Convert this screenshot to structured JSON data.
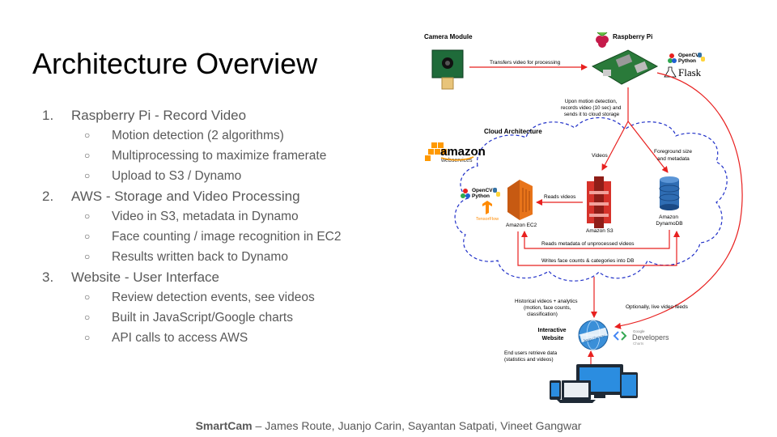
{
  "slide": {
    "title": "Architecture Overview",
    "outline": [
      {
        "num": "1.",
        "text": "Raspberry Pi - Record Video",
        "children": [
          "Motion detection (2 algorithms)",
          "Multiprocessing to maximize framerate",
          "Upload to S3 / Dynamo"
        ]
      },
      {
        "num": "2.",
        "text": "AWS - Storage and Video Processing",
        "children": [
          "Video in S3, metadata in Dynamo",
          "Face counting / image recognition in EC2",
          "Results written back to Dynamo"
        ]
      },
      {
        "num": "3.",
        "text": "Website - User Interface",
        "children": [
          "Review detection events, see videos",
          "Built in JavaScript/Google charts",
          "API calls to access AWS"
        ]
      }
    ],
    "bullet_char": "○",
    "footer": {
      "brand": "SmartCam",
      "separator": " – ",
      "authors": "James Route, Juanjo Carin, Sayantan Satpati, Vineet Gangwar"
    }
  },
  "diagram": {
    "camera_label": "Camera Module",
    "pi_label": "Raspberry Pi",
    "opencv_label": "OpenCV",
    "python_label": "Python",
    "flask_label": "Flask",
    "edge_transfer": "Transfers video for processing",
    "edge_motion": [
      "Upon motion detection,",
      "records video (10 sec) and",
      "sends it to cloud storage"
    ],
    "cloud_label": "Cloud Architecture",
    "amazon_label": "amazon",
    "webservices_label": "webservices",
    "edge_videos": "Videos",
    "edge_foreground": [
      "Foreground size",
      "and metadata"
    ],
    "edge_reads_videos": "Reads videos",
    "ec2_label": "Amazon EC2",
    "s3_label": "Amazon S3",
    "dynamo_label": [
      "Amazon",
      "DynamoDB"
    ],
    "tensorflow_label": "TensorFlow",
    "edge_reads_metadata": "Reads metadata of unprocessed videos",
    "edge_writes": "Writes face counts & categories into DB",
    "edge_historical": [
      "Historical videos + analytics",
      "(motion, face counts,",
      "classification)"
    ],
    "edge_live": "Optionally, live video feeds",
    "website_label": [
      "Interactive",
      "Website"
    ],
    "globe_label": "http://www",
    "google_small": "Google",
    "developers_label": "Developers",
    "charts_label": "Charts",
    "edge_users": [
      "End users retrieve data",
      "(statistics and videos)"
    ],
    "colors": {
      "arrow": "#e8201f",
      "cloud": "#2030c8",
      "ec2": "#e8741a",
      "s3": "#d6322a",
      "dynamo": "#2f6db3",
      "pi": "#c51a4a",
      "amazon_orange": "#ff9900"
    }
  }
}
